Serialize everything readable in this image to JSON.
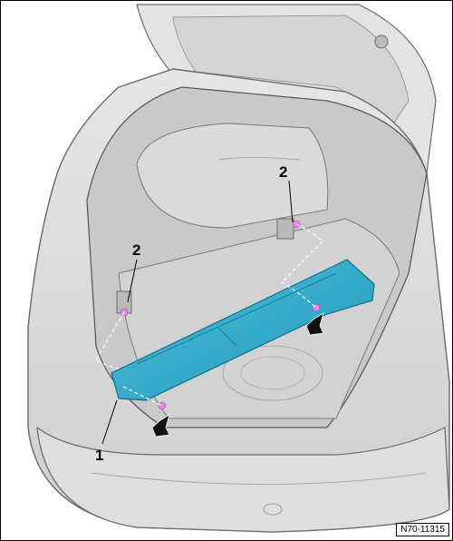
{
  "figure": {
    "callouts": {
      "part_1": "1",
      "part_2_right": "2",
      "part_2_left": "2"
    },
    "reference_code": "N70-11315",
    "colors": {
      "highlight_part": "#2aa8c8",
      "clip_markers": "#e08ae8",
      "body_shading": "#d9d9d9",
      "outline": "#6a6a6a"
    }
  }
}
